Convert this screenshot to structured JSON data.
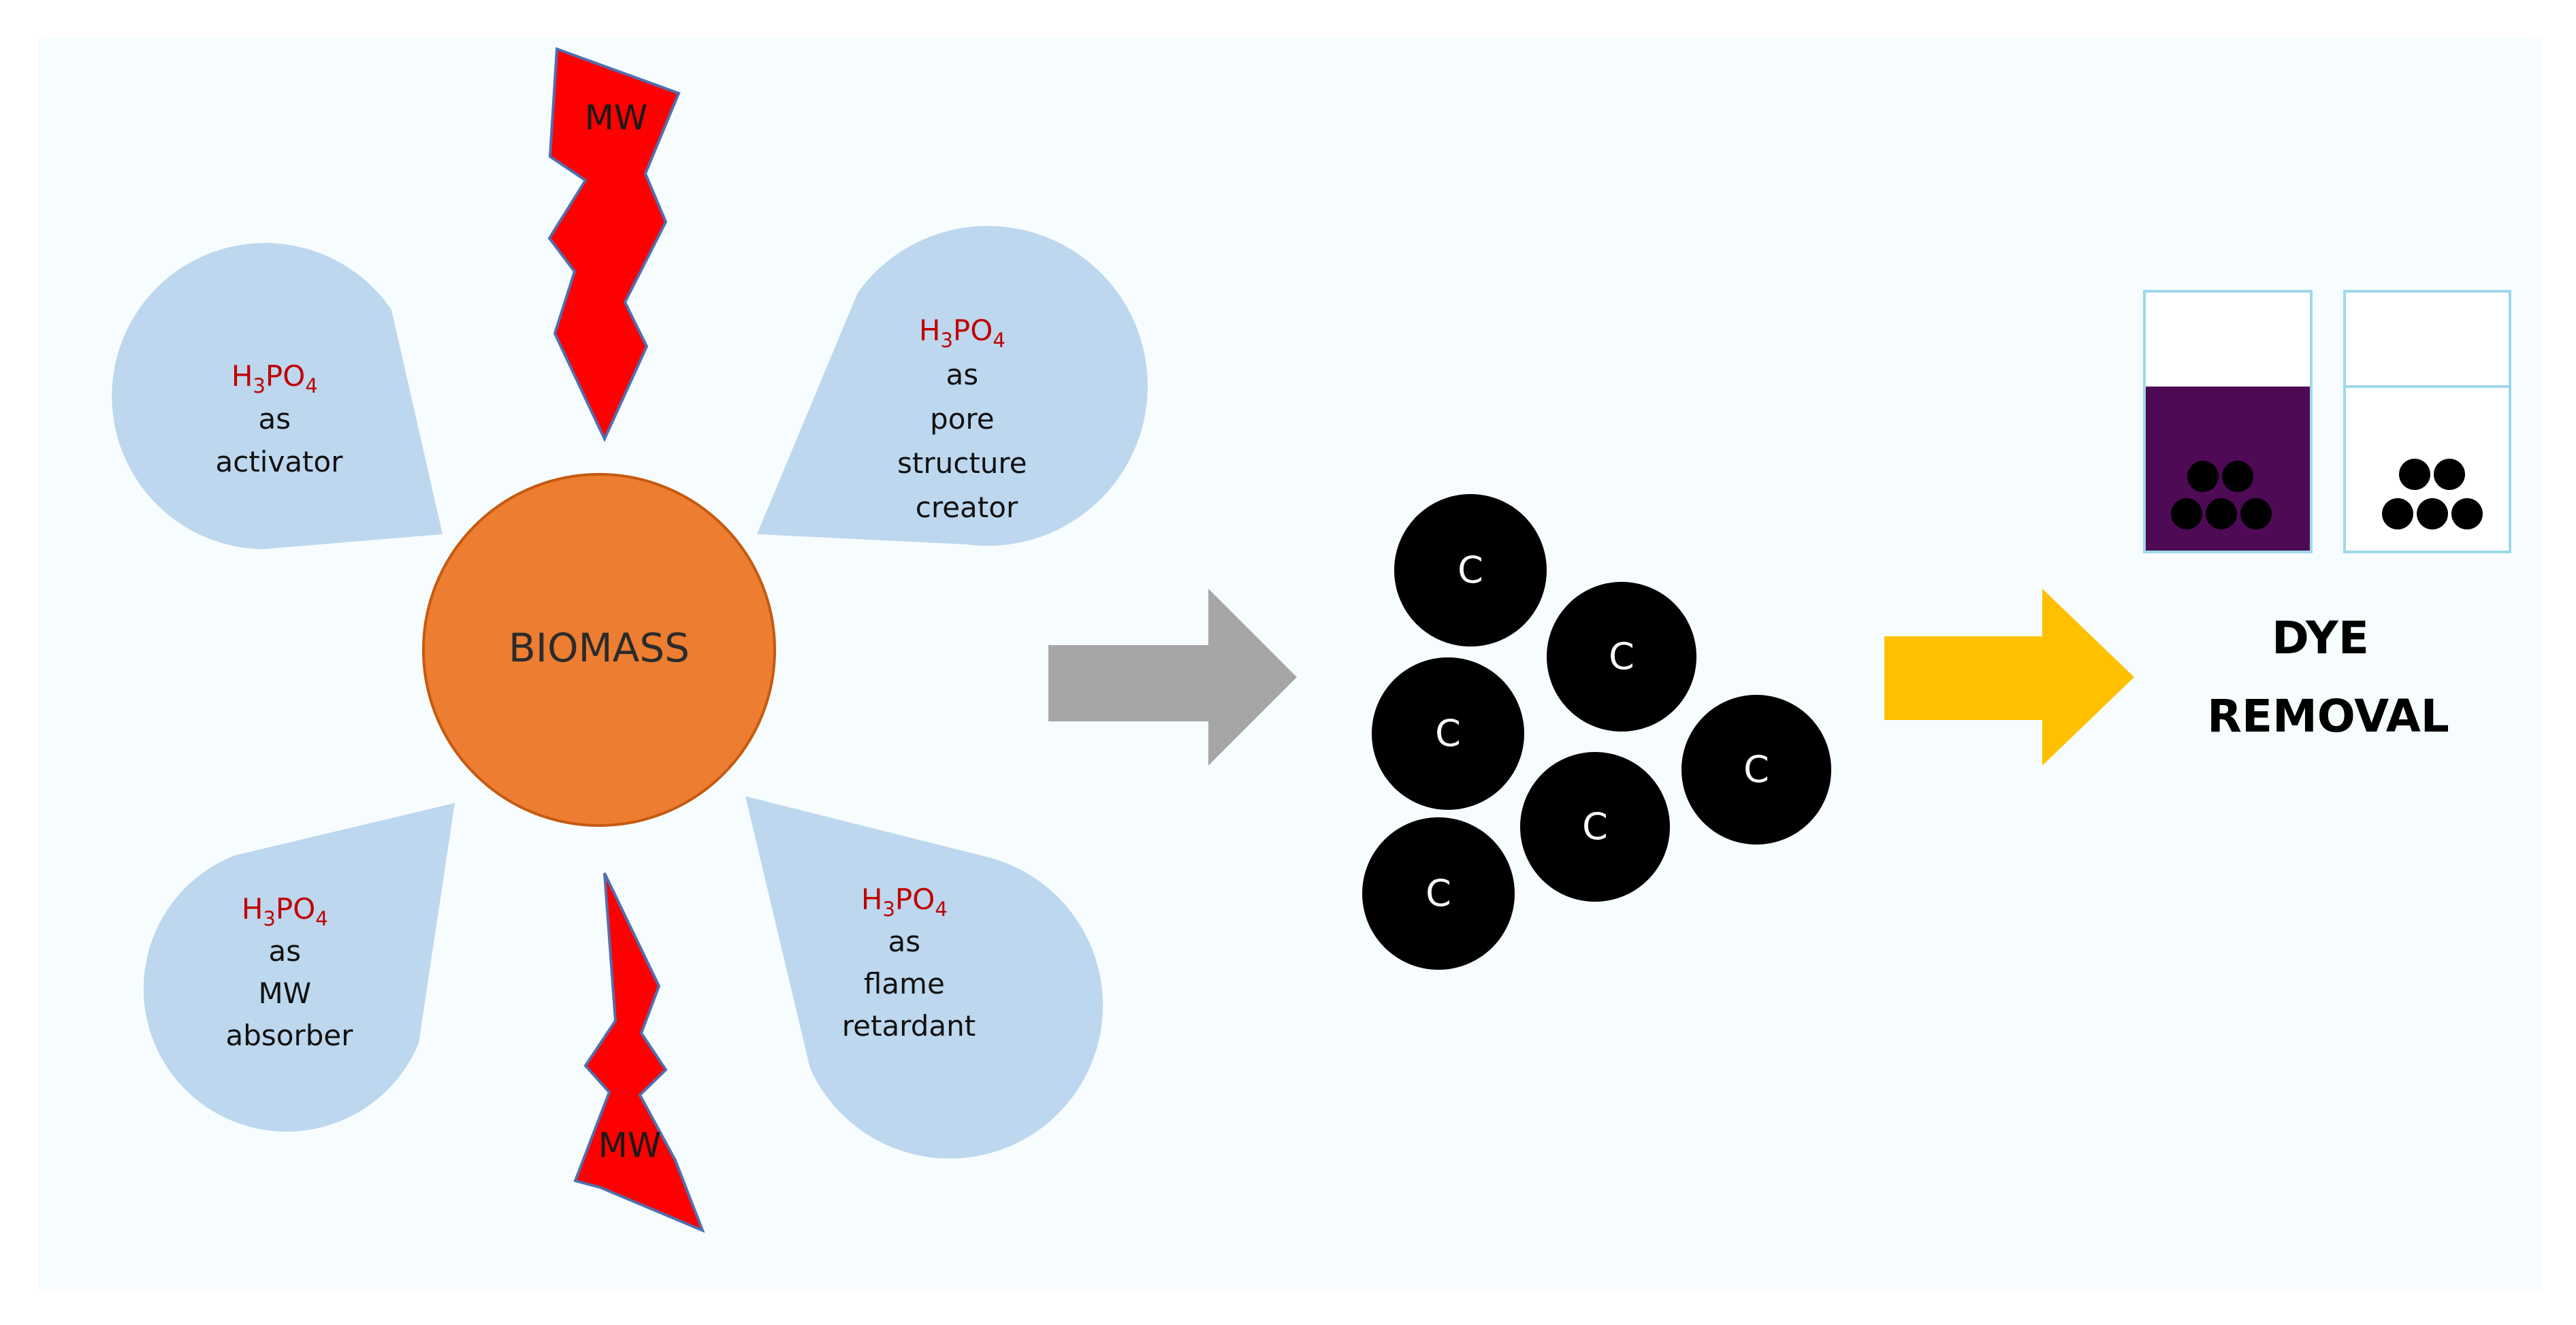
{
  "colors": {
    "background": "#f7fdff",
    "petal": "#bdd7ee",
    "biomass": "#ed7d31",
    "biomass_stroke": "#c55a11",
    "bolt": "#ff0000",
    "bolt_stroke": "#4f6fb0",
    "formula": "#c00000",
    "carbon": "#000000",
    "gray_arrow": "#a6a6a6",
    "yellow_arrow": "#ffc000",
    "dye": "#4f0a55",
    "beaker_border": "#9dd8e8"
  },
  "center": {
    "label": "BIOMASS"
  },
  "microwave": {
    "label": "MW"
  },
  "petals": [
    {
      "formula": {
        "main": "H",
        "sub1": "3",
        "mid": "PO",
        "sub2": "4"
      },
      "lines": [
        "as",
        "activator"
      ]
    },
    {
      "formula": {
        "main": "H",
        "sub1": "3",
        "mid": "PO",
        "sub2": "4"
      },
      "lines": [
        "as",
        "pore",
        "structure",
        "creator"
      ]
    },
    {
      "formula": {
        "main": "H",
        "sub1": "3",
        "mid": "PO",
        "sub2": "4"
      },
      "lines": [
        "as",
        "MW",
        "absorber"
      ]
    },
    {
      "formula": {
        "main": "H",
        "sub1": "3",
        "mid": "PO",
        "sub2": "4"
      },
      "lines": [
        "as",
        "flame",
        "retardant"
      ]
    }
  ],
  "carbon": {
    "label": "C",
    "count": 6
  },
  "result": {
    "line1": "DYE",
    "line2": "REMOVAL"
  },
  "beakers": [
    {
      "state": "dye solution with carbon"
    },
    {
      "state": "clear solution with carbon"
    }
  ]
}
